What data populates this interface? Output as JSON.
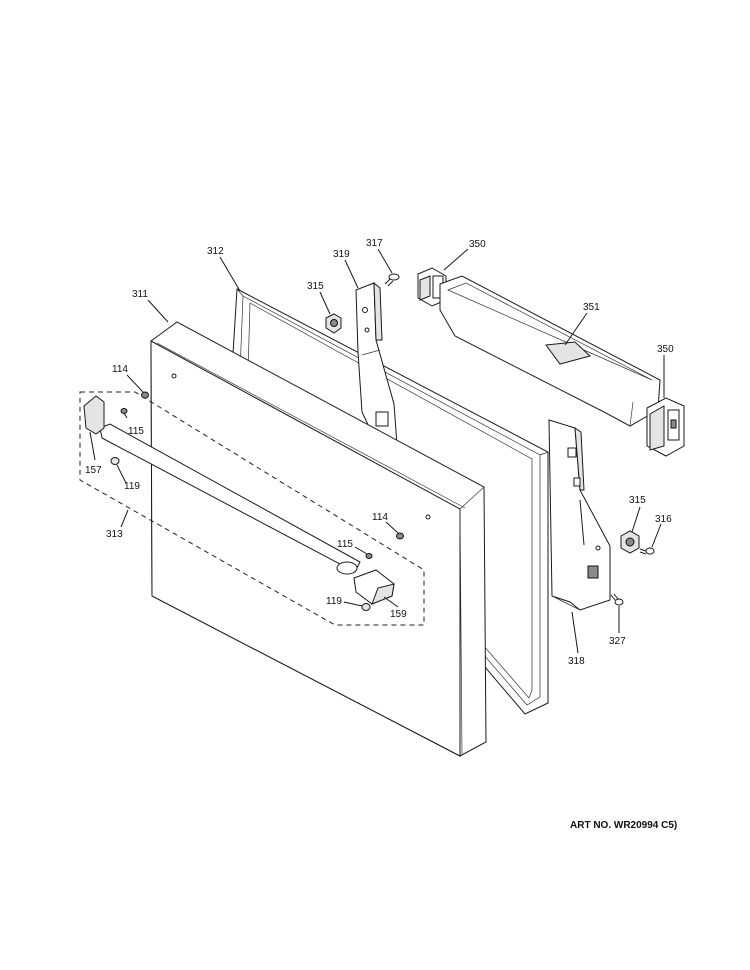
{
  "diagram": {
    "art_number": "ART NO. WR20994 C5)",
    "part_labels": {
      "p311": "311",
      "p312": "312",
      "p319": "319",
      "p317": "317",
      "p315_top": "315",
      "p350_top": "350",
      "p351": "351",
      "p350_right": "350",
      "p114_left": "114",
      "p115_left": "115",
      "p157": "157",
      "p119_left": "119",
      "p313": "313",
      "p114_right": "114",
      "p115_right": "115",
      "p119_right": "119",
      "p159": "159",
      "p315_right": "315",
      "p316": "316",
      "p327": "327",
      "p318": "318"
    }
  }
}
